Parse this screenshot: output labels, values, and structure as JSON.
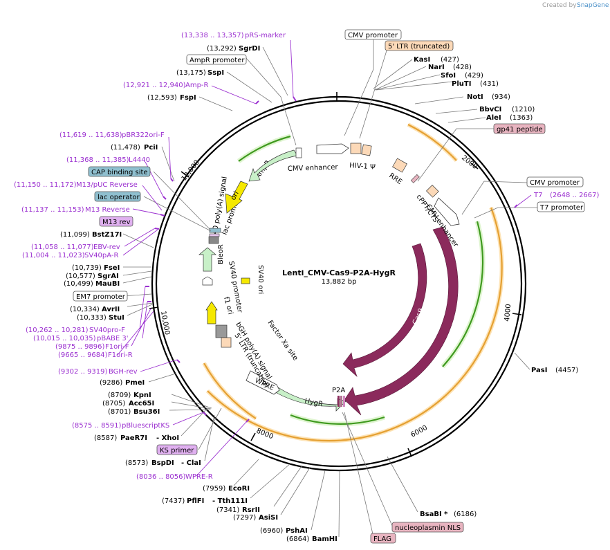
{
  "header": {
    "created_by": "Created by",
    "brand": "SnapGene"
  },
  "plasmid": {
    "name": "Lenti_CMV-Cas9-P2A-HygR",
    "size": "13,882 bp"
  },
  "ticks": [
    "2000",
    "4000",
    "6000",
    "8000",
    "10,000",
    "12,000"
  ],
  "features": [
    {
      "id": "cmv-enh-1",
      "label": "CMV enhancer"
    },
    {
      "id": "hiv-psi",
      "label": "HIV-1 Ψ"
    },
    {
      "id": "rre",
      "label": "RRE"
    },
    {
      "id": "cppt",
      "label": "cPPT/CTS"
    },
    {
      "id": "cmv-enh-2",
      "label": "CMV enhancer"
    },
    {
      "id": "cas9-inner",
      "label": "Cas9"
    },
    {
      "id": "cas9-outer",
      "label": "Cas9"
    },
    {
      "id": "p2a",
      "label": "P2A"
    },
    {
      "id": "hygr",
      "label": "HygR"
    },
    {
      "id": "wpre",
      "label": "WPRE"
    },
    {
      "id": "ltr-trunc",
      "label": "5' LTR (truncated)"
    },
    {
      "id": "bgh",
      "label": "bGH poly(A) signal"
    },
    {
      "id": "factor-xa",
      "label": "Factor Xa site"
    },
    {
      "id": "f1ori",
      "label": "f1 ori"
    },
    {
      "id": "sv40-prom",
      "label": "SV40 promoter"
    },
    {
      "id": "bleor",
      "label": "BleoR"
    },
    {
      "id": "sv40ori",
      "label": "SV40 ori"
    },
    {
      "id": "sv40pa",
      "label": "SV40 poly(A) signal"
    },
    {
      "id": "lac-prom",
      "label": "lac promoter"
    },
    {
      "id": "ori",
      "label": "ori"
    },
    {
      "id": "ampr",
      "label": "AmpR"
    }
  ],
  "boxed_labels": [
    {
      "id": "cmv-promoter-top",
      "label": "CMV promoter"
    },
    {
      "id": "ltr-top",
      "label": "5' LTR (truncated)"
    },
    {
      "id": "gp41",
      "label": "gp41 peptide"
    },
    {
      "id": "cmv-promoter-right",
      "label": "CMV promoter"
    },
    {
      "id": "t7-promoter",
      "label": "T7 promoter"
    },
    {
      "id": "ampr-promoter",
      "label": "AmpR promoter"
    },
    {
      "id": "cap-binding",
      "label": "CAP binding site"
    },
    {
      "id": "lac-operator",
      "label": "lac operator"
    },
    {
      "id": "m13rev-box",
      "label": "M13 rev"
    },
    {
      "id": "em7",
      "label": "EM7 promoter"
    },
    {
      "id": "ks-primer",
      "label": "KS primer"
    },
    {
      "id": "nucleoplasmin",
      "label": "nucleoplasmin NLS"
    },
    {
      "id": "flag",
      "label": "FLAG"
    }
  ],
  "sites_right": [
    {
      "name": "KasI",
      "pos": "(427)"
    },
    {
      "name": "NarI",
      "pos": "(428)"
    },
    {
      "name": "SfoI",
      "pos": "(429)"
    },
    {
      "name": "PluTI",
      "pos": "(431)"
    },
    {
      "name": "NotI",
      "pos": "(934)"
    },
    {
      "name": "BbvCI",
      "pos": "(1210)"
    },
    {
      "name": "AleI",
      "pos": "(1363)"
    },
    {
      "name": "PasI",
      "pos": "(4457)"
    },
    {
      "name": "BsaBI *",
      "pos": "(6186)"
    }
  ],
  "sites_left": [
    {
      "pos": "(13,292)",
      "name": "SgrDI"
    },
    {
      "pos": "(13,175)",
      "name": "SspI"
    },
    {
      "pos": "(12,593)",
      "name": "FspI"
    },
    {
      "pos": "(11,478)",
      "name": "PciI"
    },
    {
      "pos": "(11,099)",
      "name": "BstZ17I"
    },
    {
      "pos": "(10,739)",
      "name": "FseI"
    },
    {
      "pos": "(10,577)",
      "name": "SgrAI"
    },
    {
      "pos": "(10,499)",
      "name": "MauBI"
    },
    {
      "pos": "(10,334)",
      "name": "AvrII"
    },
    {
      "pos": "(10,333)",
      "name": "StuI"
    },
    {
      "pos": "(9286)",
      "name": "PmeI"
    },
    {
      "pos": "(8709)",
      "name": "KpnI"
    },
    {
      "pos": "(8705)",
      "name": "Acc65I"
    },
    {
      "pos": "(8701)",
      "name": "Bsu36I"
    },
    {
      "pos": "(8587)",
      "name": "PaeR7I",
      "name2": "- XhoI"
    },
    {
      "pos": "(8573)",
      "name": "BspDI",
      "name2": "- ClaI"
    },
    {
      "pos": "(7959)",
      "name": "EcoRI"
    },
    {
      "pos": "(7437)",
      "name": "PflFI",
      "name2": "- Tth111I"
    },
    {
      "pos": "(7341)",
      "name": "RsrII"
    },
    {
      "pos": "(7297)",
      "name": "AsiSI"
    },
    {
      "pos": "(6960)",
      "name": "PshAI"
    },
    {
      "pos": "(6864)",
      "name": "BamHI"
    }
  ],
  "primers": [
    {
      "range": "(13,338 .. 13,357)",
      "name": "pRS-marker"
    },
    {
      "range": "(12,921 .. 12,940)",
      "name": "Amp-R"
    },
    {
      "range": "(11,619 .. 11,638)",
      "name": "pBR322ori-F"
    },
    {
      "range": "(11,368 .. 11,385)",
      "name": "L4440"
    },
    {
      "range": "(11,150 .. 11,172)",
      "name": "M13/pUC Reverse"
    },
    {
      "range": "(11,137 .. 11,153)",
      "name": "M13 Reverse"
    },
    {
      "range": "(11,058 .. 11,077)",
      "name": "EBV-rev"
    },
    {
      "range": "(11,004 .. 11,023)",
      "name": "SV40pA-R"
    },
    {
      "range": "(10,262 .. 10,281)",
      "name": "SV40pro-F"
    },
    {
      "range": "(10,015 .. 10,035)",
      "name": "pBABE 3'"
    },
    {
      "range": "(9875 .. 9896)",
      "name": "F1ori-F"
    },
    {
      "range": "(9665 .. 9684)",
      "name": "F1ori-R"
    },
    {
      "range": "(9302 .. 9319)",
      "name": "BGH-rev"
    },
    {
      "range": "(8575 .. 8591)",
      "name": "pBluescriptKS"
    },
    {
      "range": "(8036 .. 8056)",
      "name": "WPRE-R"
    },
    {
      "range": "(2648 .. 2667)",
      "name": "T7"
    }
  ],
  "colors": {
    "ring": "#000000",
    "cas9": "#8b2a5c",
    "primer": "#9b30d0",
    "orange": "#e5a032",
    "green": "#3f9a1f",
    "resist": "#c8f0c8",
    "yellow": "#f5e800",
    "peach": "#fcd9b8",
    "pink_box": "#e8b4c0",
    "purple_box": "#e0b0f0",
    "teal_box": "#8fbfcf"
  }
}
